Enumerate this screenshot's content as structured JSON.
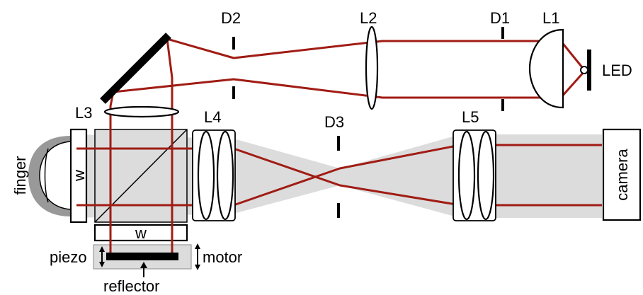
{
  "labels": {
    "D2": "D2",
    "L2": "L2",
    "D1": "D1",
    "L1": "L1",
    "LED": "LED",
    "L3": "L3",
    "L4": "L4",
    "D3": "D3",
    "L5": "L5",
    "finger": "finger",
    "window_left": "w",
    "window_bottom": "w",
    "camera": "camera",
    "piezo": "piezo",
    "motor": "motor",
    "reflector": "reflector"
  },
  "colors": {
    "ray": "#a01c14",
    "beam_fill": "#dcdcdc",
    "finger_fill": "#999999",
    "stage_fill": "#dcdcdc"
  }
}
